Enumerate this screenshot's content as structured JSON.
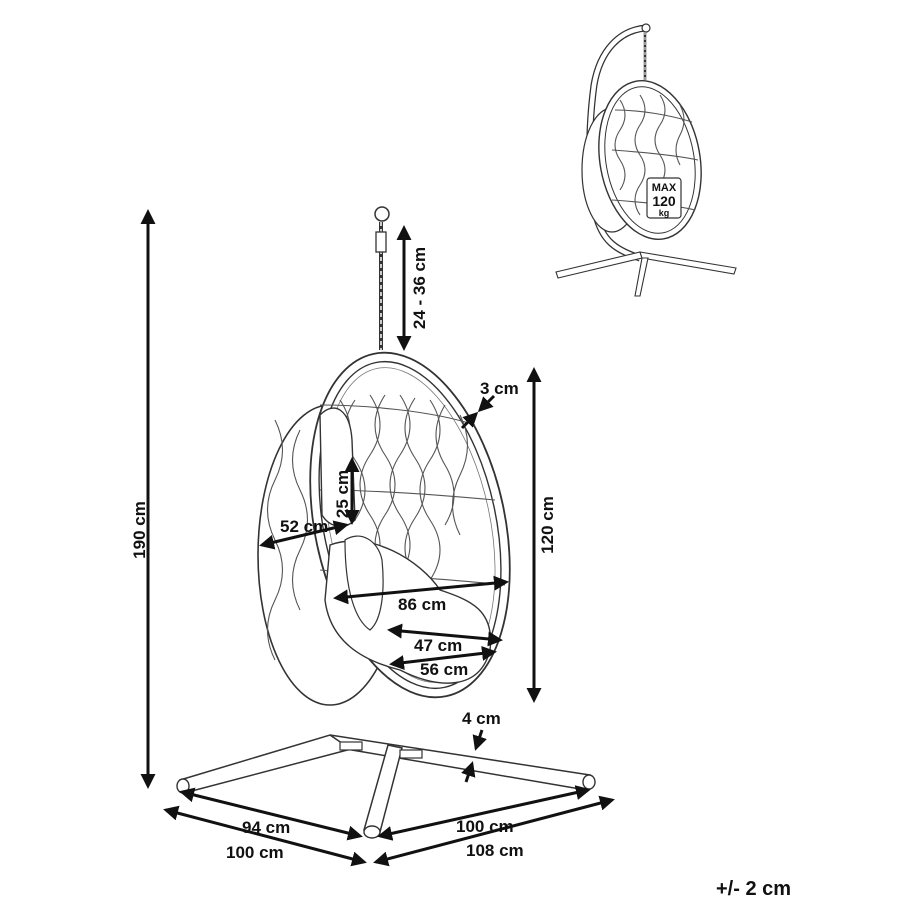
{
  "dimensions": {
    "height_total": "190 cm",
    "chain_length": "24 - 36 cm",
    "frame_thickness": "3 cm",
    "egg_height": "120 cm",
    "backrest_height": "25 cm",
    "depth": "52 cm",
    "egg_width": "86 cm",
    "seat_width_inner": "47 cm",
    "seat_width_outer": "56 cm",
    "tube_diameter": "4 cm",
    "base_leg_left_inner": "94 cm",
    "base_leg_left_outer": "100 cm",
    "base_leg_right_inner": "100 cm",
    "base_leg_right_outer": "108 cm"
  },
  "badge": {
    "line1": "MAX",
    "line2": "120",
    "line3": "kg"
  },
  "tolerance": "+/- 2 cm"
}
